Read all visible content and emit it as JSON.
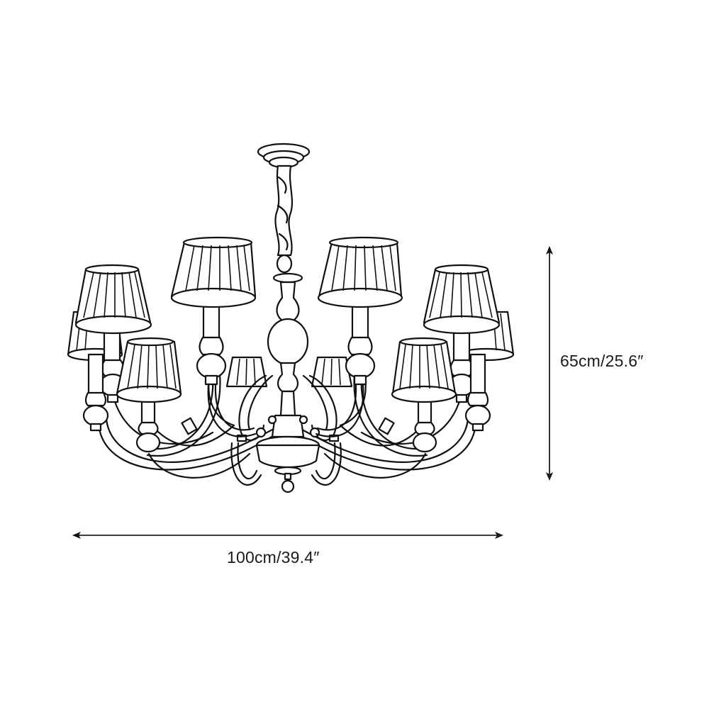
{
  "figure": {
    "subject": "8-light chandelier with pleated lamp shades",
    "style": "black line drawing on white background",
    "light_count": 8
  },
  "dimensions": {
    "height": {
      "label": "65cm/25.6″",
      "value_cm": 65,
      "value_in": 25.6,
      "orientation": "vertical"
    },
    "width": {
      "label": "100cm/39.4″",
      "value_cm": 100,
      "value_in": 39.4,
      "orientation": "horizontal"
    }
  },
  "colors": {
    "background": "#ffffff",
    "line": "#111111"
  }
}
